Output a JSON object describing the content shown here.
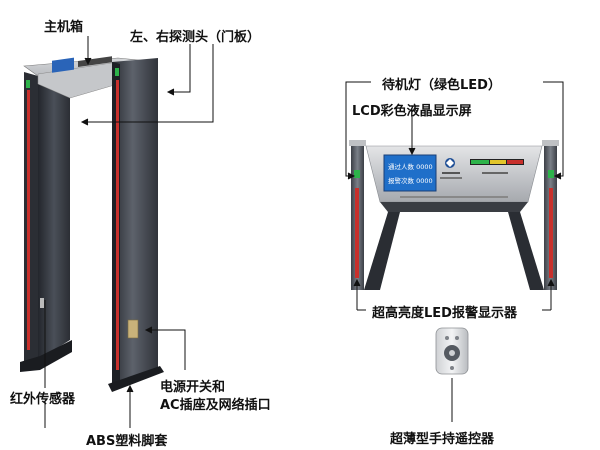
{
  "labels": {
    "main_box": "主机箱",
    "probes": "左、右探测头（门板）",
    "standby_light": "待机灯（绿色LED）",
    "lcd_screen": "LCD彩色液晶显示屏",
    "infrared_sensor": "红外传感器",
    "power_line1": "电源开关和",
    "power_line2": "AC插座及网络插口",
    "abs_feet": "ABS塑料脚套",
    "led_alarm": "超高亮度LED报警显示器",
    "remote": "超薄型手持遥控器"
  },
  "panel": {
    "line1": "通过人数 0000",
    "line2": "报警次数 0000"
  },
  "colors": {
    "label_text": "#111111",
    "door_dark": "#3a3e46",
    "door_light": "#6a6e76",
    "alarm_led": "#c8302c",
    "standby_led": "#2db34a",
    "lcd_blue": "#1f6fc9"
  }
}
